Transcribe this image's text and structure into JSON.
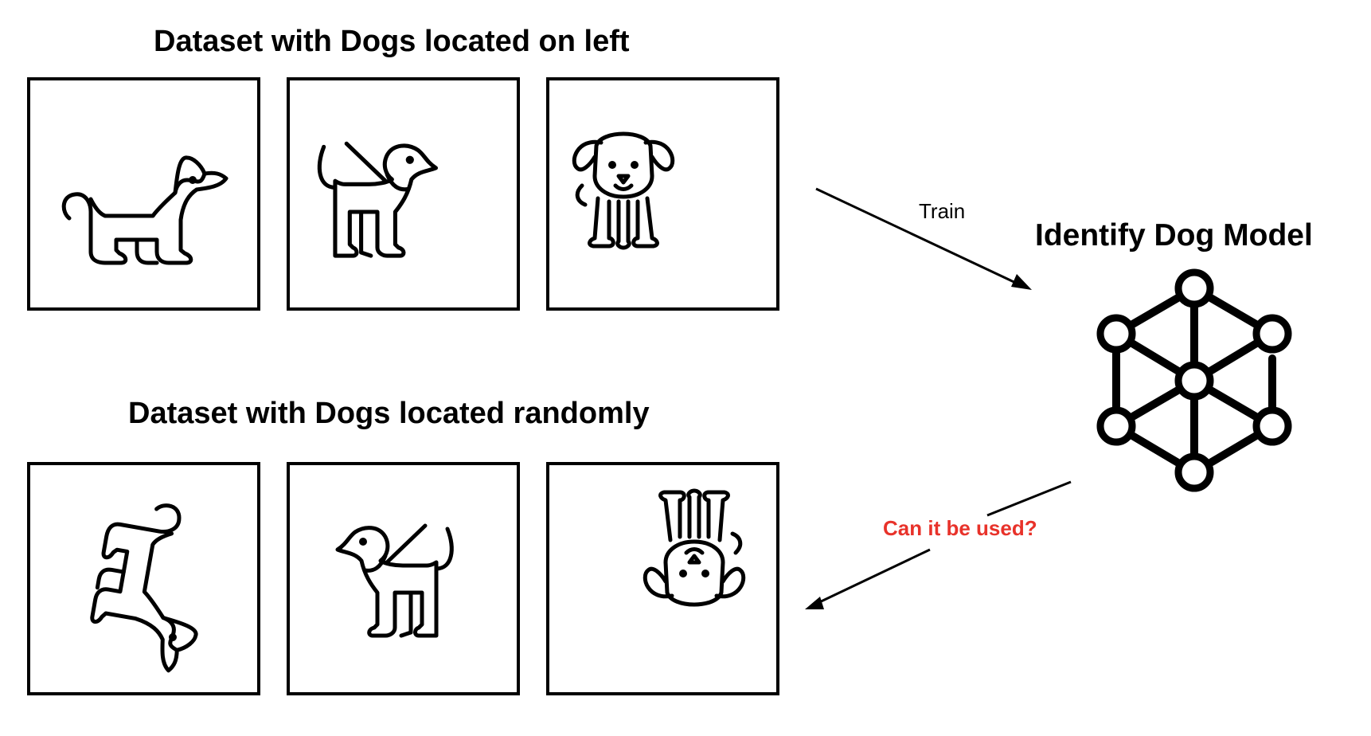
{
  "datasets": {
    "top": {
      "title": "Dataset with Dogs located on left",
      "images": [
        {
          "icon": "corgi-icon"
        },
        {
          "icon": "guide-dog-icon"
        },
        {
          "icon": "puppy-face-icon"
        }
      ]
    },
    "bottom": {
      "title": "Dataset with Dogs located randomly",
      "images": [
        {
          "icon": "corgi-rotated-icon"
        },
        {
          "icon": "guide-dog-flipped-icon"
        },
        {
          "icon": "puppy-upside-down-icon"
        }
      ]
    }
  },
  "model": {
    "title": "Identify Dog Model",
    "icon": "network-graph-icon"
  },
  "arrows": {
    "train_label": "Train",
    "question_label": "Can it be used?",
    "question_color": "#e8322a"
  }
}
